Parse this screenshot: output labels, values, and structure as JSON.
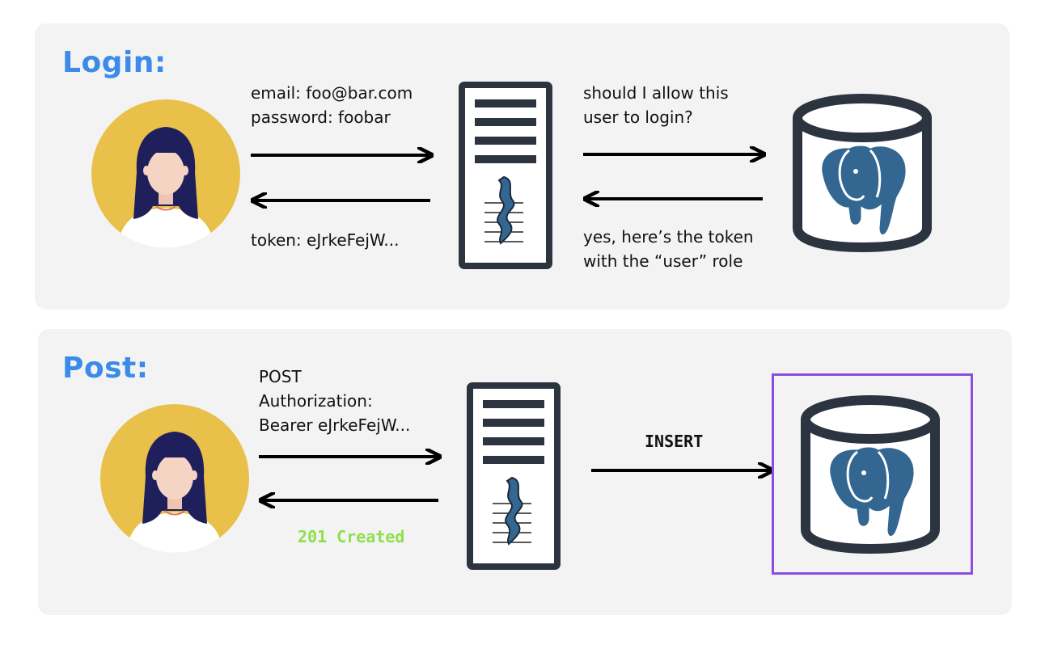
{
  "login": {
    "heading": "Login:",
    "request_lines": [
      "email: foo@bar.com",
      "password: foobar"
    ],
    "response": "token: eJrkeFejW...",
    "db_question_lines": [
      "should I allow this",
      "user to login?"
    ],
    "db_answer_lines": [
      "yes, here’s the token",
      "with the “user” role"
    ]
  },
  "post": {
    "heading": "Post:",
    "request_lines": [
      "POST",
      "Authorization:",
      "Bearer eJrkeFejW..."
    ],
    "response": "201 Created",
    "db_command": "INSERT"
  },
  "colors": {
    "heading": "#3d8be8",
    "panel": "#f3f3f3",
    "avatar_circle": "#e8c04a",
    "hair": "#1f1f5c",
    "skin": "#f6d4c4",
    "server_outline": "#2c3440",
    "elephant": "#336791",
    "success": "#8ee04a",
    "highlight": "#8a4fe0"
  },
  "icons": [
    "user-avatar-icon",
    "server-icon",
    "postgres-database-icon"
  ]
}
